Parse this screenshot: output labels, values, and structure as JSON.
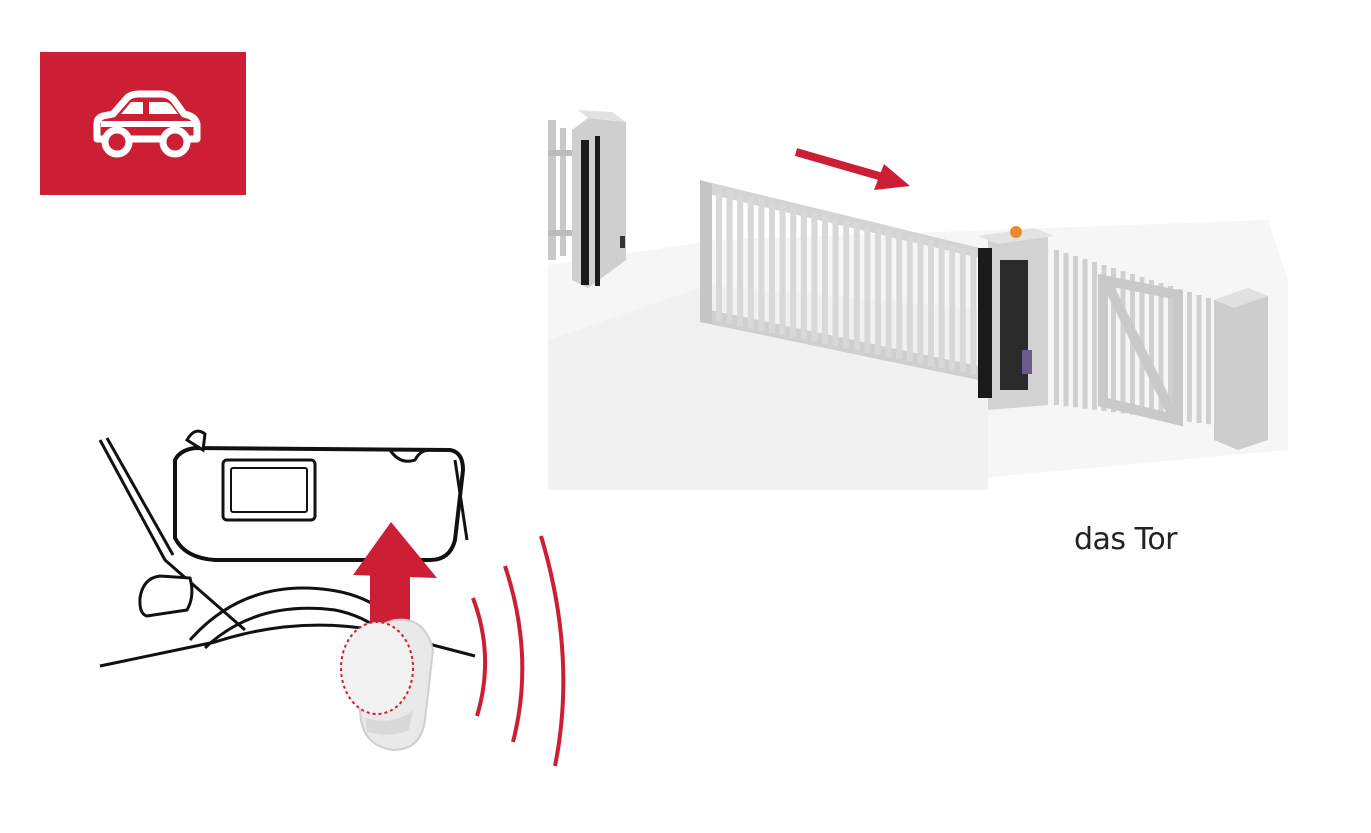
{
  "badge": {
    "icon": "car-icon",
    "background": "#cc1e35"
  },
  "gate": {
    "icon": "sliding-gate-illustration",
    "arrow": "arrow-right-icon"
  },
  "remote": {
    "icon": "remote-control-illustration",
    "arrow": "arrow-up-icon",
    "signal": "signal-waves-icon"
  },
  "caption": "das Tor",
  "colors": {
    "accent": "#cc1e35",
    "gate": "#d4d4d4",
    "dark": "#1a1a1a"
  }
}
